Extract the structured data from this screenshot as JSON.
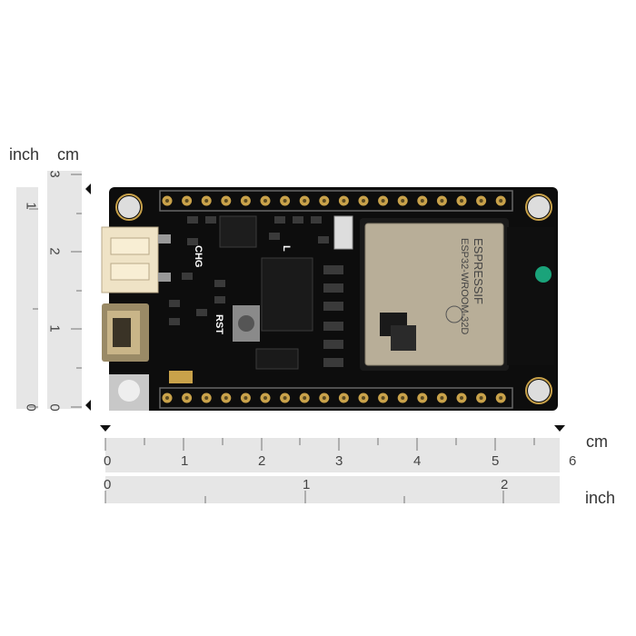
{
  "units": {
    "inch_top": "inch",
    "cm_top": "cm",
    "cm_right": "cm",
    "inch_right": "inch"
  },
  "vertical_ruler": {
    "inch_ticks": [
      "1",
      "0"
    ],
    "cm_ticks": [
      "3",
      "2",
      "1",
      "0"
    ]
  },
  "horizontal_ruler": {
    "cm_ticks": [
      "0",
      "1",
      "2",
      "3",
      "4",
      "5",
      "6"
    ],
    "inch_ticks": [
      "0",
      "1",
      "2"
    ]
  },
  "board": {
    "label_chg": "CHG",
    "label_l": "L",
    "label_rst": "RST",
    "module_brand": "ESPRESSIF",
    "module_model": "ESP32-WROOM-32D",
    "colors": {
      "pcb": "#0d0d0d",
      "gold": "#c9a24a",
      "module_shield": "#b8ae98",
      "antenna_mark": "#1aa37a"
    }
  }
}
